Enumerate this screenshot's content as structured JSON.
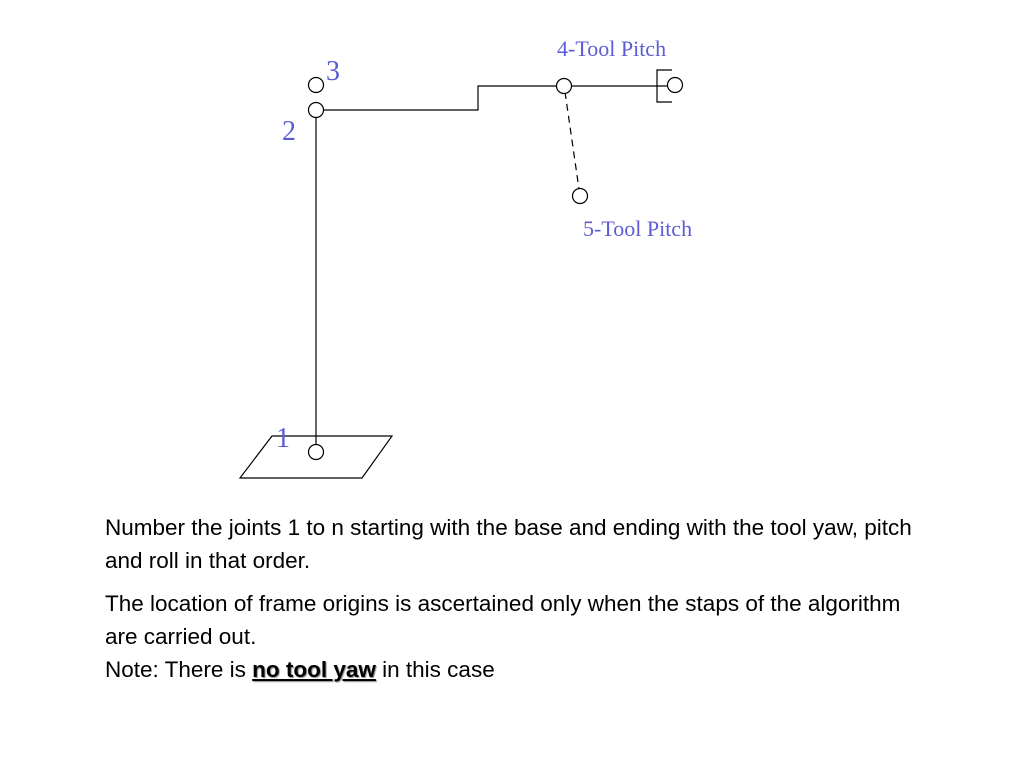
{
  "diagram": {
    "joints": {
      "j1": "1",
      "j2": "2",
      "j3": "3"
    },
    "tool_labels": {
      "j4": "4-Tool Pitch",
      "j5": "5-Tool Pitch"
    }
  },
  "text": {
    "paragraph1": "Number the joints 1 to n starting with the base and ending with the tool yaw, pitch and roll in that order.",
    "paragraph2": "The location of frame origins is ascertained only when the staps of the algorithm are carried out.",
    "note_prefix": "Note: There is ",
    "note_emphasis": "no tool yaw",
    "note_suffix": " in this case"
  }
}
